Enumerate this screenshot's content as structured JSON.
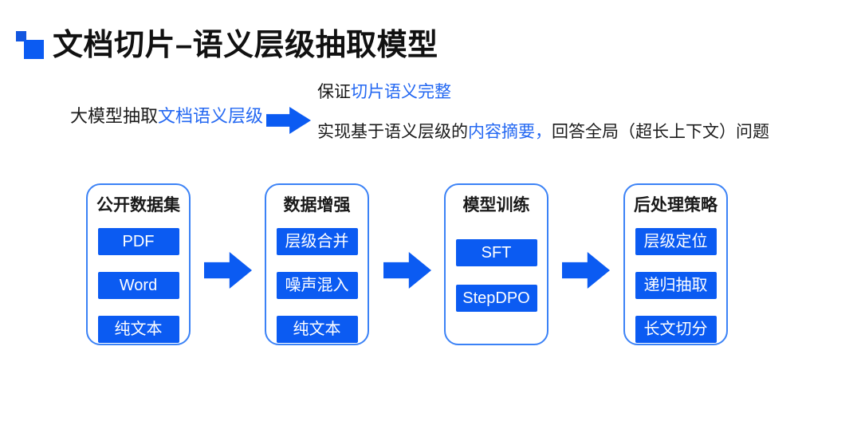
{
  "title": {
    "text": "文档切片–语义层级抽取模型"
  },
  "icons": {
    "logo": "two-overlapping-blue-squares",
    "flow_arrow": "right-arrow"
  },
  "intro": {
    "left_black": "大模型抽取",
    "left_blue": "文档语义层级",
    "line1_black": "保证",
    "line1_blue": "切片语义完整",
    "line2_black1": "实现基于语义层级的",
    "line2_blue": "内容摘要，",
    "line2_black2": "回答全局（超长上下文）问题"
  },
  "pipeline": {
    "stages": [
      {
        "title": "公开数据集",
        "items": [
          "PDF",
          "Word",
          "纯文本"
        ]
      },
      {
        "title": "数据增强",
        "items": [
          "层级合并",
          "噪声混入",
          "纯文本"
        ]
      },
      {
        "title": "模型训练",
        "items": [
          "SFT",
          "StepDPO"
        ]
      },
      {
        "title": "后处理策略",
        "items": [
          "层级定位",
          "递归抽取",
          "长文切分"
        ]
      }
    ]
  },
  "colors": {
    "brand_blue": "#0b5bf2",
    "border_blue": "#3b82f6",
    "text_blue": "#2468f2",
    "text_black": "#1a1a1a",
    "background": "#ffffff",
    "chip_text": "#ffffff"
  }
}
